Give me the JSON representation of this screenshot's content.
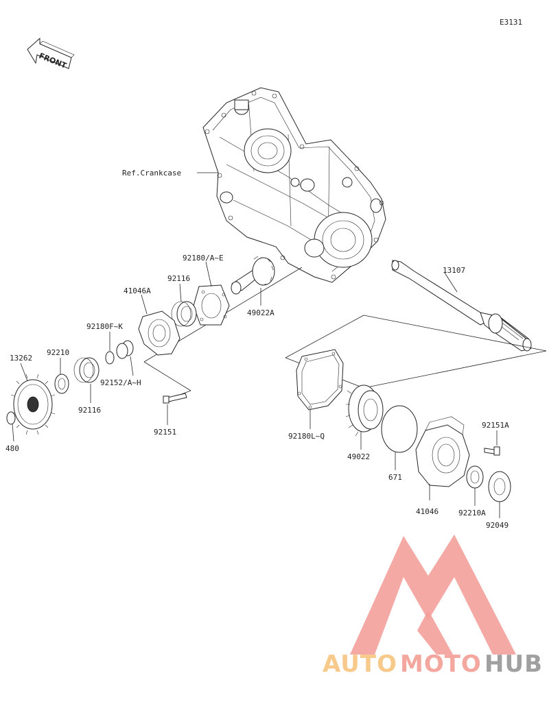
{
  "diagram_code": "E3131",
  "front_label": "FRONT",
  "ref_label": "Ref.Crankcase",
  "parts": {
    "p13107": "13107",
    "p92180ae": "92180/A~E",
    "p92116a": "92116",
    "p41046a": "41046A",
    "p49022a": "49022A",
    "p92180fk": "92180F~K",
    "p92210": "92210",
    "p13262": "13262",
    "p92152": "92152/A~H",
    "p92116b": "92116",
    "p480": "480",
    "p92151": "92151",
    "p92180lq": "92180L~Q",
    "p49022": "49022",
    "p671": "671",
    "p41046": "41046",
    "p92151a": "92151A",
    "p92210a": "92210A",
    "p92049": "92049"
  },
  "watermark": {
    "auto": "AUTO",
    "moto": "MOTO",
    "hub": "HUB",
    "colors": {
      "auto": "#f7c98a",
      "moto": "#f4a79f",
      "hub": "#a0a0a0",
      "logo": "#f4a09a"
    }
  }
}
